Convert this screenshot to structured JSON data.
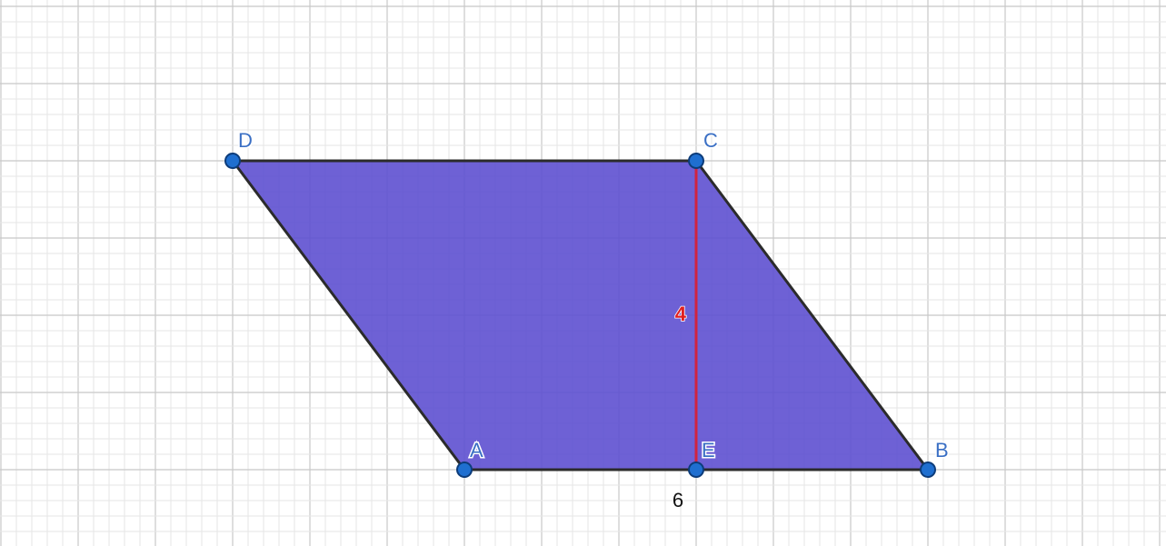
{
  "colors": {
    "fill": "#5a4bcf",
    "edge": "#2b2b2b",
    "point": "#1f6fd0",
    "point_outline": "#0d3c7a",
    "height_line": "#d0233f",
    "label": "#3a6fc4",
    "measure_height": "#e02020",
    "measure_base": "#111111"
  },
  "points": {
    "A": {
      "label": "A",
      "x": 3,
      "y": 0
    },
    "B": {
      "label": "B",
      "x": 9,
      "y": 0
    },
    "C": {
      "label": "C",
      "x": 6,
      "y": 4
    },
    "D": {
      "label": "D",
      "x": 0,
      "y": 4
    },
    "E": {
      "label": "E",
      "x": 6,
      "y": 0
    }
  },
  "measurements": {
    "height": "4",
    "base": "6"
  }
}
